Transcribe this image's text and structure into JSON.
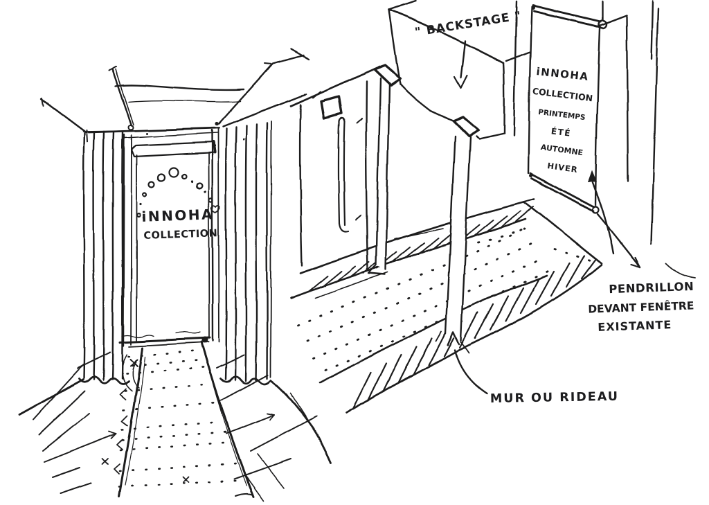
{
  "colors": {
    "ink": "#1c1c1e",
    "paper": "#ffffff"
  },
  "left_scene": {
    "door_sign": {
      "line1": "iNNOHA",
      "line2": "COLLECTION"
    }
  },
  "right_scene": {
    "backstage_label": "\" BACKSTAGE \"",
    "banner_sign": {
      "lines": [
        "iNNOHA",
        "COLLECTION",
        "PRINTEMPS",
        "ÉTÉ",
        "AUTOMNE",
        "HIVER"
      ]
    },
    "annotation_pendrillon": {
      "line1": "PENDRILLON",
      "line2": "DEVANT FENÊTRE",
      "line3": "EXISTANTE"
    },
    "annotation_wall": "MUR OU RIDEAU"
  }
}
